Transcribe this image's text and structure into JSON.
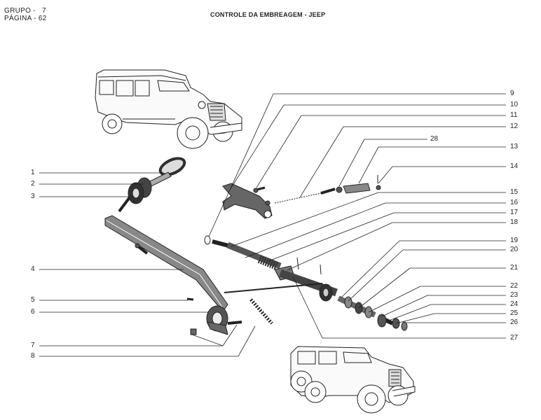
{
  "header": {
    "grupo": "GRUPO -   7",
    "pagina": "PÁGINA - 62",
    "title": "CONTROLE DA EMBREAGEM - JEEP"
  },
  "callouts": {
    "left": [
      "1",
      "2",
      "3",
      "4",
      "5",
      "6",
      "7",
      "8"
    ],
    "right": [
      "9",
      "10",
      "11",
      "12",
      "28",
      "13",
      "14",
      "15",
      "16",
      "17",
      "18",
      "19",
      "20",
      "21",
      "22",
      "23",
      "24",
      "25",
      "26",
      "27"
    ]
  },
  "colors": {
    "ink": "#222222",
    "paper": "#ffffff",
    "shade": "#555555"
  }
}
